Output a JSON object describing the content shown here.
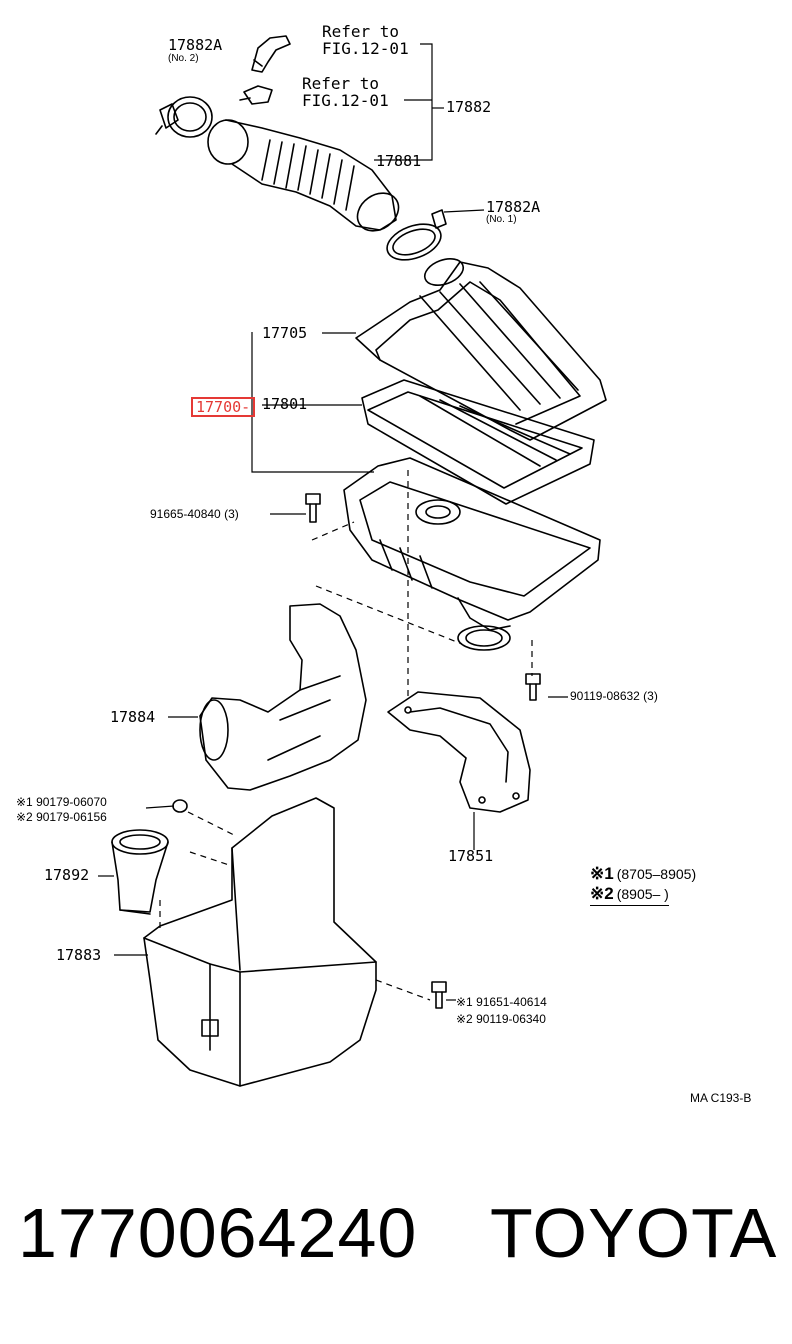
{
  "labels": {
    "refer_top_line1": "Refer to",
    "refer_top_line2": "FIG.12-01",
    "refer_mid_line1": "Refer to",
    "refer_mid_line2": "FIG.12-01",
    "p17882a_top": "17882A",
    "p17882a_top_sub": "(No. 2)",
    "p17882": "17882",
    "p17881": "17881",
    "p17882a_right": "17882A",
    "p17882a_right_sub": "(No. 1)",
    "p17705": "17705",
    "p17700": "17700-",
    "p17801": "17801",
    "p91665": "91665-40840 (3)",
    "p90119_top": "90119-08632 (3)",
    "p17884": "17884",
    "p90179_a": "※1 90179-06070",
    "p90179_b": "※2 90179-06156",
    "p17892": "17892",
    "p17851": "17851",
    "p17883": "17883",
    "p91651": "※1 91651-40614",
    "p90119_bottom": "※2 90119-06340",
    "diagram_code": "MA C193-B"
  },
  "legend": {
    "mark1": "※1",
    "range1": "(8705–8905)",
    "mark2": "※2",
    "range2": "(8905–        )"
  },
  "footer": {
    "part_number": "1770064240",
    "brand": "TOYOTA"
  },
  "colors": {
    "highlight": "#e53935",
    "ink": "#000000"
  }
}
